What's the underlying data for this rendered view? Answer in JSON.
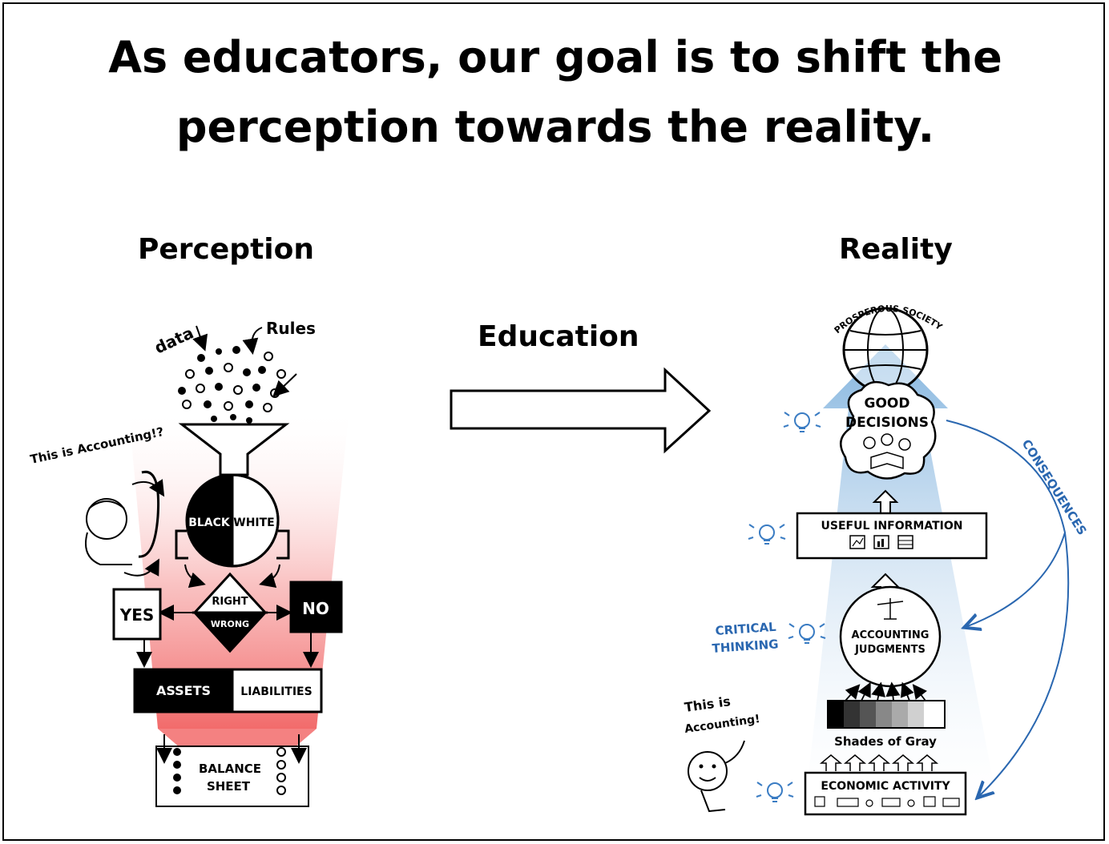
{
  "title": {
    "line1": "As educators,  our goal is to shift the",
    "line2": "perception towards the reality."
  },
  "headings": {
    "perception": "Perception",
    "reality": "Reality",
    "education": "Education"
  },
  "perception_diagram": {
    "input_labels": {
      "data": "data",
      "rules": "Rules"
    },
    "person_quote": "This is Accounting!?",
    "machine": {
      "black": "BLACK",
      "white": "WHITE"
    },
    "decision": {
      "right": "RIGHT",
      "wrong": "WRONG"
    },
    "outcomes": {
      "yes": "YES",
      "no": "NO"
    },
    "classification": {
      "assets": "ASSETS",
      "liabilities": "LIABILITIES"
    },
    "output": {
      "line1": "BALANCE",
      "line2": "SHEET"
    }
  },
  "reality_diagram": {
    "top": "PROSPEROUS SOCIETY",
    "good_decisions": {
      "line1": "GOOD",
      "line2": "DECISIONS"
    },
    "consequences": "CONSEQUENCES",
    "useful_information": "USEFUL INFORMATION",
    "critical_thinking": {
      "line1": "CRITICAL",
      "line2": "THINKING"
    },
    "accounting_judgments": {
      "line1": "ACCOUNTING",
      "line2": "JUDGMENTS"
    },
    "shades_of_gray": "Shades of Gray",
    "person_quote": {
      "line1": "This is",
      "line2": "Accounting!"
    },
    "economic_activity": "ECONOMIC ACTIVITY"
  },
  "colors": {
    "ink": "#000000",
    "perception_glow": "#f26b6b",
    "reality_glow": "#7fb2dd",
    "annotation_blue": "#2a67b0",
    "bulb_blue": "#3a7cc3"
  }
}
